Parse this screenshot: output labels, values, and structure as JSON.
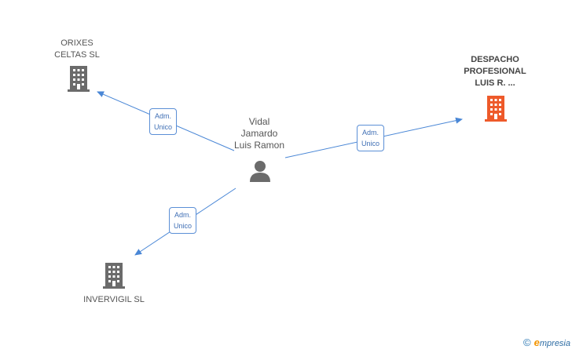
{
  "person": {
    "name": "Vidal\nJamardo\nLuis Ramon",
    "icon": "person-icon"
  },
  "companies": [
    {
      "id": "orixes",
      "name": "ORIXES\nCELTAS SL",
      "color": "#6b6b6b",
      "icon": "building-icon"
    },
    {
      "id": "despacho",
      "name": "DESPACHO\nPROFESIONAL\nLUIS R. ...",
      "color": "#ee5a2a",
      "icon": "building-icon"
    },
    {
      "id": "invervigil",
      "name": "INVERVIGIL SL",
      "color": "#6b6b6b",
      "icon": "building-icon"
    }
  ],
  "relations": [
    {
      "to": "orixes",
      "label": "Adm.\nUnico"
    },
    {
      "to": "despacho",
      "label": "Adm.\nUnico"
    },
    {
      "to": "invervigil",
      "label": "Adm.\nUnico"
    }
  ],
  "colors": {
    "edge": "#4a87d6",
    "role_border": "#5b8fd6"
  },
  "footer": {
    "copyright": "©",
    "brand_initial": "e",
    "brand_rest": "mpresia"
  }
}
